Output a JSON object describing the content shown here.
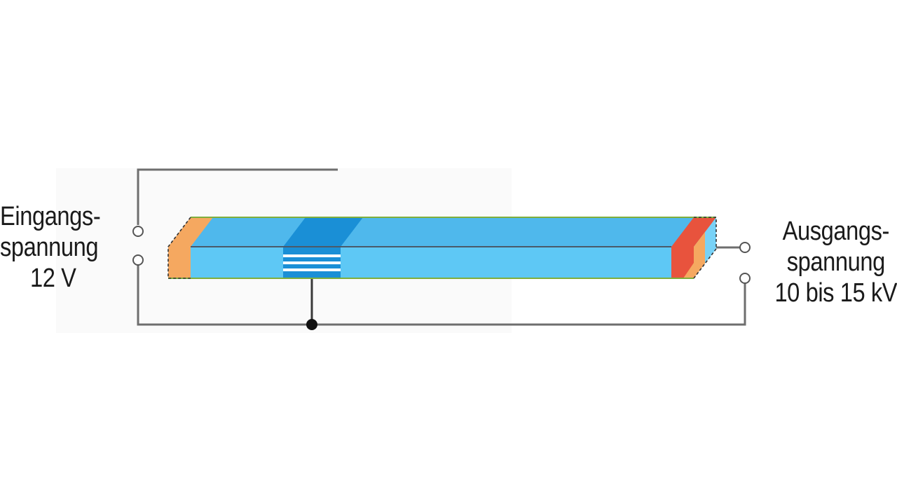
{
  "diagram": {
    "input_label": {
      "line1": "Eingangs-",
      "line2": "spannung",
      "line3": "12 V"
    },
    "output_label": {
      "line1": "Ausgangs-",
      "line2": "spannung",
      "line3": "10 bis 15 kV"
    },
    "colors": {
      "bar_top": "#4fb8ec",
      "bar_front": "#5ec8f5",
      "electrode_dark": "#1a8fd6",
      "input_electrode": "#f5a860",
      "output_electrode": "#e8533d",
      "wire": "#6e6e6e",
      "outline_green": "#7fae3c",
      "node": "#111111"
    }
  }
}
